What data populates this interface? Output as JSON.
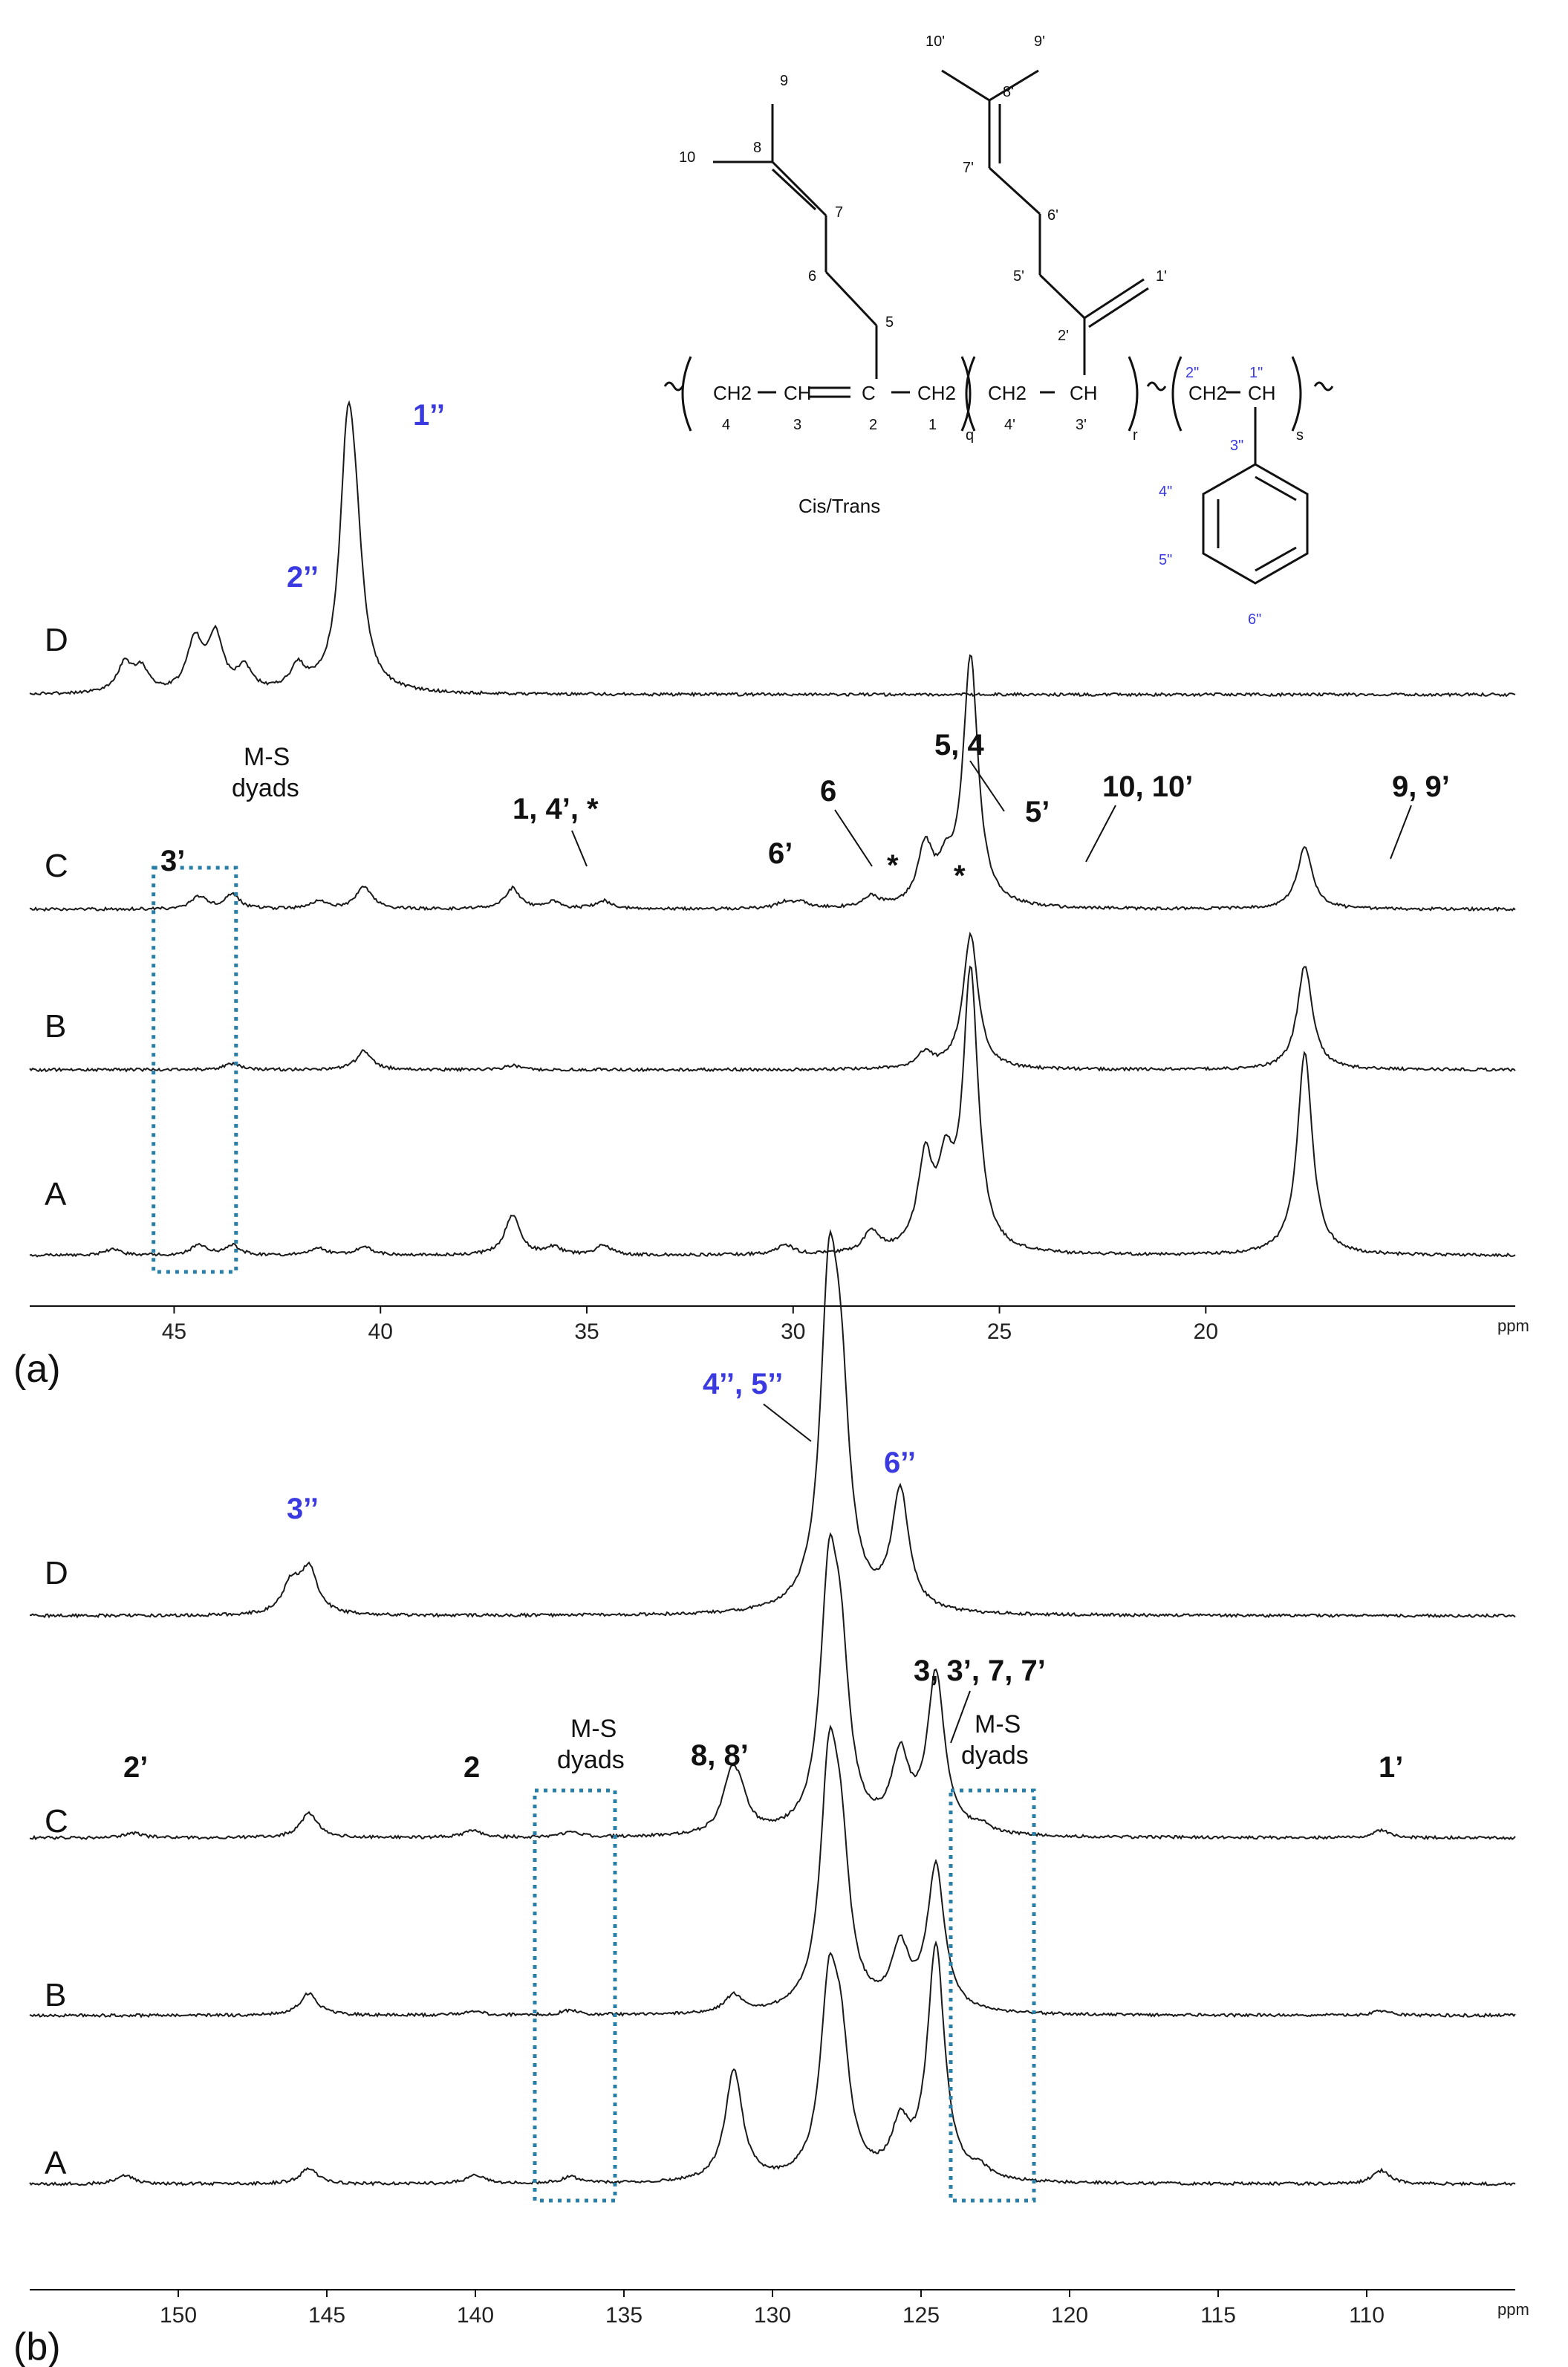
{
  "colors": {
    "trace": "#1a1a1a",
    "peak_label_blue": "#3a3ae0",
    "peak_label_black": "#111111",
    "dyad_box": "#2a7fa8"
  },
  "structure": {
    "atoms_main": [
      "1",
      "2",
      "3",
      "4",
      "5",
      "6",
      "7",
      "8",
      "9",
      "10"
    ],
    "atoms_prime": [
      "1'",
      "2'",
      "3'",
      "4'",
      "5'",
      "6'",
      "7'",
      "8'",
      "9'",
      "10'"
    ],
    "atoms_styrene": [
      "1\"",
      "2\"",
      "3\"",
      "4\"",
      "5\"",
      "6\""
    ],
    "groups": [
      "CH2",
      "CH",
      "C",
      "CH2",
      "CH2",
      "CH",
      "CH2",
      "CH"
    ],
    "subscripts": [
      "q",
      "r",
      "s"
    ],
    "isomer_label": "Cis/Trans"
  },
  "chart_data": [
    {
      "type": "line",
      "panel_label": "(a)",
      "xlabel": "ppm",
      "xlim": [
        48.5,
        12.5
      ],
      "x_reversed": true,
      "x_ticks": [
        45,
        40,
        35,
        30,
        25,
        20
      ],
      "series": [
        {
          "name": "D",
          "peaks": [
            {
              "x": 46.2,
              "h": 0.12
            },
            {
              "x": 45.8,
              "h": 0.1
            },
            {
              "x": 44.5,
              "h": 0.22
            },
            {
              "x": 44.0,
              "h": 0.24
            },
            {
              "x": 43.3,
              "h": 0.1
            },
            {
              "x": 42.0,
              "h": 0.1
            },
            {
              "x": 40.8,
              "h": 1.0
            },
            {
              "x": 40.6,
              "h": 0.45
            }
          ]
        },
        {
          "name": "C",
          "peaks": [
            {
              "x": 44.4,
              "h": 0.12
            },
            {
              "x": 43.6,
              "h": 0.14
            },
            {
              "x": 41.5,
              "h": 0.08
            },
            {
              "x": 40.4,
              "h": 0.22
            },
            {
              "x": 36.8,
              "h": 0.2
            },
            {
              "x": 35.8,
              "h": 0.07
            },
            {
              "x": 34.6,
              "h": 0.08
            },
            {
              "x": 30.2,
              "h": 0.06
            },
            {
              "x": 29.8,
              "h": 0.06
            },
            {
              "x": 28.1,
              "h": 0.1
            },
            {
              "x": 26.8,
              "h": 0.55
            },
            {
              "x": 26.3,
              "h": 0.3
            },
            {
              "x": 25.7,
              "h": 2.4
            },
            {
              "x": 17.6,
              "h": 0.6
            }
          ]
        },
        {
          "name": "B",
          "peaks": [
            {
              "x": 43.6,
              "h": 0.06
            },
            {
              "x": 40.4,
              "h": 0.18
            },
            {
              "x": 36.8,
              "h": 0.04
            },
            {
              "x": 26.8,
              "h": 0.15
            },
            {
              "x": 25.7,
              "h": 1.3
            },
            {
              "x": 17.6,
              "h": 1.0
            }
          ]
        },
        {
          "name": "A",
          "peaks": [
            {
              "x": 46.5,
              "h": 0.05
            },
            {
              "x": 44.4,
              "h": 0.08
            },
            {
              "x": 43.6,
              "h": 0.08
            },
            {
              "x": 41.5,
              "h": 0.06
            },
            {
              "x": 40.4,
              "h": 0.07
            },
            {
              "x": 36.8,
              "h": 0.32
            },
            {
              "x": 35.8,
              "h": 0.06
            },
            {
              "x": 34.6,
              "h": 0.08
            },
            {
              "x": 30.2,
              "h": 0.08
            },
            {
              "x": 28.1,
              "h": 0.17
            },
            {
              "x": 26.8,
              "h": 0.7
            },
            {
              "x": 26.3,
              "h": 0.58
            },
            {
              "x": 25.7,
              "h": 2.2
            },
            {
              "x": 17.6,
              "h": 1.6
            }
          ]
        }
      ],
      "annotations": [
        {
          "text": "1’’",
          "color": "blue"
        },
        {
          "text": "2’’",
          "color": "blue"
        },
        {
          "text": "M-S",
          "color": "black"
        },
        {
          "text": "dyads",
          "color": "black"
        },
        {
          "text": "3’",
          "color": "black"
        },
        {
          "text": "1,  4’, *",
          "color": "black"
        },
        {
          "text": "6",
          "color": "black"
        },
        {
          "text": "6’",
          "color": "black"
        },
        {
          "text": "*",
          "color": "black"
        },
        {
          "text": "*",
          "color": "black"
        },
        {
          "text": "5, 4",
          "color": "black"
        },
        {
          "text": "5’",
          "color": "black"
        },
        {
          "text": "10, 10’",
          "color": "black"
        },
        {
          "text": "9, 9’",
          "color": "black"
        }
      ],
      "dyad_boxes": [
        {
          "x_from": 45.5,
          "x_to": 43.5
        }
      ]
    },
    {
      "type": "line",
      "panel_label": "(b)",
      "xlabel": "ppm",
      "xlim": [
        155,
        105
      ],
      "x_reversed": true,
      "x_ticks": [
        150,
        145,
        140,
        135,
        130,
        125,
        120,
        115,
        110
      ],
      "series": [
        {
          "name": "D",
          "peaks": [
            {
              "x": 146.2,
              "h": 0.1
            },
            {
              "x": 145.6,
              "h": 0.15
            },
            {
              "x": 128.1,
              "h": 1.0
            },
            {
              "x": 127.7,
              "h": 0.6
            },
            {
              "x": 125.7,
              "h": 0.4
            }
          ]
        },
        {
          "name": "C",
          "peaks": [
            {
              "x": 151.5,
              "h": 0.02
            },
            {
              "x": 145.6,
              "h": 0.1
            },
            {
              "x": 140.1,
              "h": 0.03
            },
            {
              "x": 136.8,
              "h": 0.02
            },
            {
              "x": 131.4,
              "h": 0.2
            },
            {
              "x": 131.1,
              "h": 0.12
            },
            {
              "x": 128.1,
              "h": 0.95
            },
            {
              "x": 127.7,
              "h": 0.58
            },
            {
              "x": 125.7,
              "h": 0.3
            },
            {
              "x": 124.5,
              "h": 0.65
            },
            {
              "x": 123.0,
              "h": 0.03
            },
            {
              "x": 109.5,
              "h": 0.03
            }
          ]
        },
        {
          "name": "B",
          "peaks": [
            {
              "x": 145.6,
              "h": 0.1
            },
            {
              "x": 140.1,
              "h": 0.02
            },
            {
              "x": 136.8,
              "h": 0.02
            },
            {
              "x": 131.3,
              "h": 0.08
            },
            {
              "x": 128.1,
              "h": 1.0
            },
            {
              "x": 127.7,
              "h": 0.6
            },
            {
              "x": 125.7,
              "h": 0.27
            },
            {
              "x": 124.5,
              "h": 0.65
            },
            {
              "x": 109.5,
              "h": 0.02
            }
          ]
        },
        {
          "name": "A",
          "peaks": [
            {
              "x": 151.8,
              "h": 0.04
            },
            {
              "x": 145.6,
              "h": 0.07
            },
            {
              "x": 140.0,
              "h": 0.04
            },
            {
              "x": 136.8,
              "h": 0.03
            },
            {
              "x": 131.3,
              "h": 0.5
            },
            {
              "x": 128.1,
              "h": 0.78
            },
            {
              "x": 127.7,
              "h": 0.5
            },
            {
              "x": 125.7,
              "h": 0.22
            },
            {
              "x": 124.5,
              "h": 1.05
            },
            {
              "x": 123.0,
              "h": 0.04
            },
            {
              "x": 109.5,
              "h": 0.06
            }
          ]
        }
      ],
      "annotations": [
        {
          "text": "3’’",
          "color": "blue"
        },
        {
          "text": "4’’, 5’’",
          "color": "blue"
        },
        {
          "text": "6’’",
          "color": "blue"
        },
        {
          "text": "2’",
          "color": "black"
        },
        {
          "text": "2",
          "color": "black"
        },
        {
          "text": "M-S",
          "color": "black"
        },
        {
          "text": "dyads",
          "color": "black"
        },
        {
          "text": "8, 8’",
          "color": "black"
        },
        {
          "text": "3, 3’, 7, 7’",
          "color": "black"
        },
        {
          "text": "M-S",
          "color": "black"
        },
        {
          "text": "dyads",
          "color": "black"
        },
        {
          "text": "1’",
          "color": "black"
        }
      ],
      "dyad_boxes": [
        {
          "x_from": 138.0,
          "x_to": 135.3
        },
        {
          "x_from": 124.0,
          "x_to": 121.2
        }
      ]
    }
  ]
}
